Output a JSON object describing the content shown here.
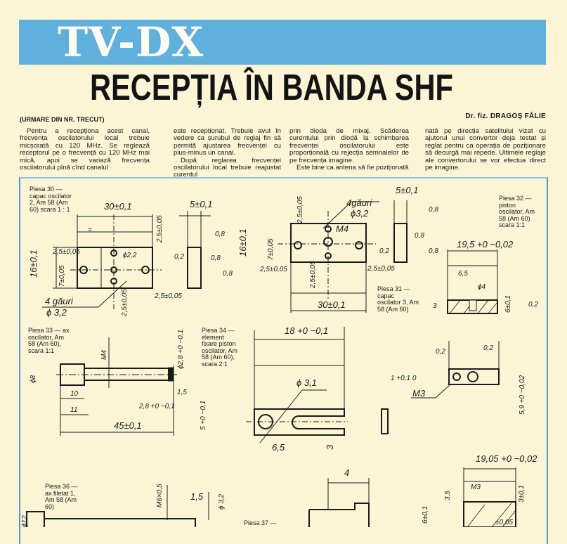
{
  "banner": {
    "title": "TV-DX",
    "color": "#5fb0dc"
  },
  "headline": "RECEPȚIA ÎN BANDA SHF",
  "continuation": "(URMARE DIN NR. TRECUT)",
  "author": "Dr. fiz. DRAGOȘ FĂLIE",
  "columns": [
    [
      "Pentru a recepționa acest canal, frecvența oscilatorului local trebuie micșorată cu 120 MHz. Se reglează receptorul pe o frecvență cu 120 MHz mai mică, apoi se variază frecvența oscilatorului pînă cînd canalul"
    ],
    [
      "este recepționat. Trebuie avut în vedere ca șurubul de reglaj fin să permită ajustarea frecvenței cu plus-minus un canal.",
      "După reglarea frecvenței oscilatorului local trebuie reajustat curentul"
    ],
    [
      "prin dioda de mixaj. Scăderea curentului prin diodă la schimbarea frecvenței oscilatorului este proporțională cu rejecția semnalelor de pe frecvența imagine.",
      "Este bine ca antena să fie poziționată"
    ],
    [
      "nată pe direcția satelitului vizat cu ajutorul unui convertor deja testat și reglat pentru ca operația de poziționare să decurgă mai repede. Ultimele reglaje ale convertorului se vor efectua direct pe imagine."
    ]
  ],
  "pieces": {
    "p30": "Piesa 30 — capac oscilator 2, Am 58 (Am 60) scara 1 : 1",
    "p31": "Piesa 31 — capac oscilator 3, Am 58 (Am 60)",
    "p32": "Piesa 32 — piston oscilator, Am 58 (Am 60) scara 1:1",
    "p33": "Piesa 33 — ax oscilator, Am 58 (Am 60), scara 1:1",
    "p34": "Piesa 34 — element fixare piston oscilator, Am 58 (Am 60), scara 2:1",
    "p36": "Piesa 36 — ax filetat 1, Am 58 (Am 60)",
    "p37": "Piesa 37 —"
  },
  "dims": {
    "d30_w": "30±0,1",
    "d30_t": "5±0,1",
    "d30_h": "16±0,1",
    "d30_7": "7±0,05",
    "d30_25a": "2,5±0,05",
    "d30_25b": "2,5±0,05",
    "d30_25c": "2,5±0,05",
    "d30_25d": "2,5±0,05",
    "d30_22": "ϕ2,2",
    "d30_holes": "4 găuri",
    "d30_hd": "ϕ 3,2",
    "d30_eq": "=",
    "r08a": "0,8",
    "r08b": "0,8",
    "r08c": "0,8",
    "r02": "0,2",
    "d31_w": "30±0,1",
    "d31_t": "5±0,1",
    "d31_h": "16±0,1",
    "d31_7": "7±0,05",
    "d31_25a": "2,5±0,05",
    "d31_25b": "2,5±0,05",
    "d31_25c": "2,5±0,05",
    "d31_25d": "2,5±0,05",
    "d31_holes": "4găuri",
    "d31_hd": "ϕ3,2",
    "d31_m4": "M4",
    "r31_08a": "0,8",
    "r31_08b": "0,8",
    "r31_08c": "0,8",
    "r31_02": "0,2",
    "d32_w": "19,5 +0 −0,02",
    "d32_65": "6,5",
    "d32_4": "ϕ4",
    "d32_3": "3",
    "d32_6": "6±0,1",
    "d32_02": "0,2",
    "d33_8": "ϕ8",
    "d33_m4": "M4",
    "d33_28": "ϕ2,8 +0 −0,1",
    "d33_10": "10",
    "d33_11": "11",
    "d33_15": "1,5",
    "d33_28b": "2,8 +0 −0,1",
    "d33_45": "45±0,1",
    "d34_18": "18 +0 −0,1",
    "d34_31": "ϕ 3,1",
    "d34_5": "5 +0 −0,1",
    "d34_65": "6,5",
    "d34_3": "3",
    "d35_1": "1 +0,1 0",
    "d35_m3": "M3",
    "d35_59": "5,9 +0 −0,02",
    "d35_02a": "0,2",
    "d35_02b": "0,2",
    "d36_m6": "M6×0,5",
    "d36_15": "1,5",
    "d36_32": "ϕ 3,2",
    "d36_12": "ϕ12",
    "d37_4": "4",
    "d38_1905": "19,05 +0 −0,02",
    "d38_m3": "M3",
    "d38_35": "3,5",
    "d38_6": "6±0,1",
    "d38_3": "3±0,1",
    "d38_005": "±0,05"
  }
}
